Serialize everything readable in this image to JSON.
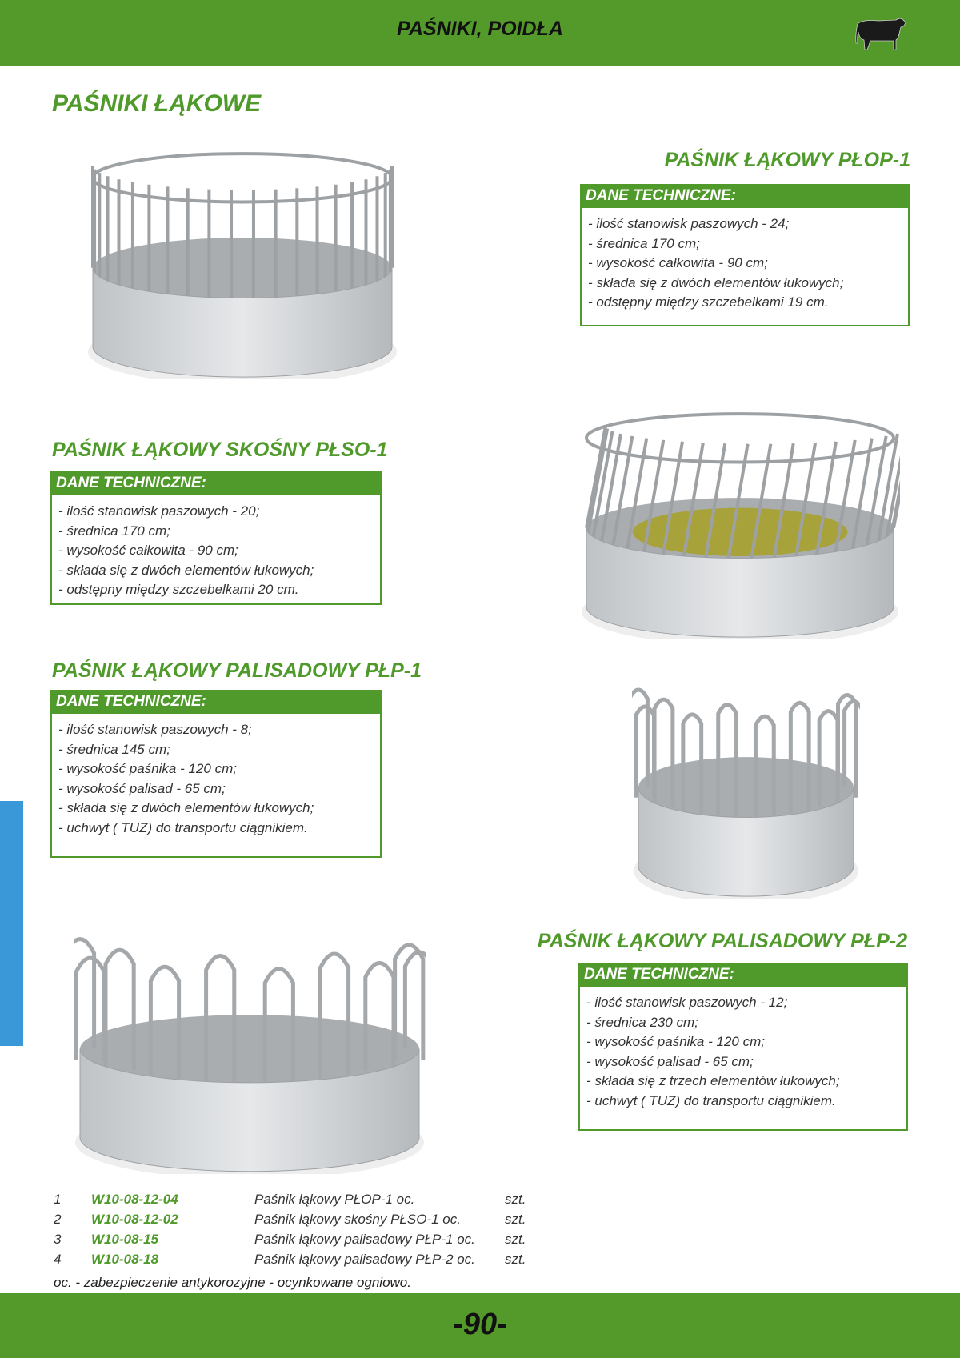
{
  "header": {
    "title": "PAŚNIKI, POIDŁA",
    "icon": "cow-icon"
  },
  "section_title": "PAŚNIKI ŁĄKOWE",
  "products": [
    {
      "title": "PAŚNIK ŁĄKOWY PŁOP-1",
      "spec_header": "DANE TECHNICZNE:",
      "specs": [
        "- ilość stanowisk paszowych - 24;",
        "- średnica 170 cm;",
        "- wysokość całkowita - 90 cm;",
        "- składa się z dwóch elementów łukowych;",
        "- odstępny między szczebelkami 19 cm."
      ]
    },
    {
      "title": "PAŚNIK ŁĄKOWY SKOŚNY PŁSO-1",
      "spec_header": "DANE TECHNICZNE:",
      "specs": [
        "- ilość stanowisk paszowych - 20;",
        "- średnica 170 cm;",
        "- wysokość całkowita - 90 cm;",
        "- składa się z dwóch elementów łukowych;",
        "- odstępny między szczebelkami 20 cm."
      ]
    },
    {
      "title": "PAŚNIK ŁĄKOWY PALISADOWY PŁP-1",
      "spec_header": "DANE TECHNICZNE:",
      "specs": [
        "- ilość stanowisk paszowych - 8;",
        "- średnica 145 cm;",
        "- wysokość paśnika - 120 cm;",
        "- wysokość palisad - 65 cm;",
        "- składa się z dwóch elementów łukowych;",
        "- uchwyt ( TUZ) do transportu ciągnikiem."
      ]
    },
    {
      "title": "PAŚNIK ŁĄKOWY PALISADOWY PŁP-2",
      "spec_header": "DANE TECHNICZNE:",
      "specs": [
        "- ilość stanowisk paszowych - 12;",
        "- średnica 230 cm;",
        "- wysokość paśnika - 120 cm;",
        "- wysokość palisad - 65 cm;",
        "- składa się z trzech elementów łukowych;",
        "- uchwyt ( TUZ) do transportu ciągnikiem."
      ]
    }
  ],
  "table": [
    {
      "no": "1",
      "code": "W10-08-12-04",
      "name": "Paśnik łąkowy PŁOP-1 oc.",
      "unit": "szt."
    },
    {
      "no": "2",
      "code": "W10-08-12-02",
      "name": "Paśnik łąkowy skośny PŁSO-1 oc.",
      "unit": "szt."
    },
    {
      "no": "3",
      "code": "W10-08-15",
      "name": "Paśnik łąkowy palisadowy PŁP-1 oc.",
      "unit": "szt."
    },
    {
      "no": "4",
      "code": "W10-08-18",
      "name": "Paśnik łąkowy palisadowy PŁP-2 oc.",
      "unit": "szt."
    }
  ],
  "note": "oc. -  zabezpieczenie antykorozyjne - ocynkowane ogniowo.",
  "page_number": "-90-",
  "colors": {
    "green": "#549a2b",
    "blue": "#3a98d8"
  }
}
